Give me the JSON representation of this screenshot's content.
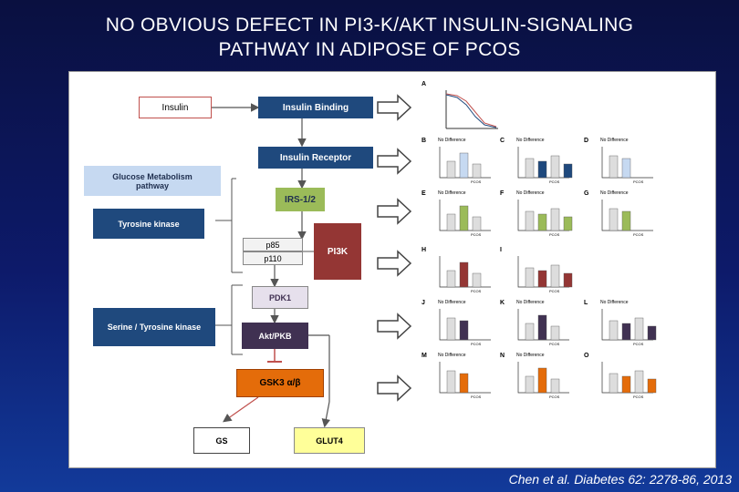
{
  "title": {
    "line1": "NO OBVIOUS DEFECT IN PI3-K/AKT INSULIN-SIGNALING",
    "line2": "PATHWAY IN ADIPOSE OF PCOS"
  },
  "pathway": {
    "insulin": "Insulin",
    "insulin_binding": "Insulin Binding",
    "insulin_receptor": "Insulin Receptor",
    "glucose_metabolism": "Glucose Metabolism pathway",
    "tyrosine_kinase": "Tyrosine kinase",
    "irs": "IRS-1/2",
    "p85": "p85",
    "p110": "p110",
    "pi3k": "PI3K",
    "pdk1": "PDK1",
    "serine_tyrosine_kinase": "Serine / Tyrosine kinase",
    "akt": "Akt/PKB",
    "gsk3": "GSK3 α/β",
    "gs": "GS",
    "glut4": "GLUT4"
  },
  "figure": {
    "panel_letters": [
      "A",
      "B",
      "C",
      "D",
      "E",
      "F",
      "G",
      "H",
      "I",
      "J",
      "K",
      "L",
      "M",
      "N",
      "O"
    ],
    "no_difference": "No Difference",
    "axis_pcos": "PCOS"
  },
  "colors": {
    "insulin_border": "#c0504d",
    "blue_dark": "#1f497d",
    "blue_light": "#c6d9f1",
    "green": "#9bbb59",
    "pi3k": "#943634",
    "purple": "#403152",
    "orange": "#e46c0a",
    "yellow": "#ffff99"
  },
  "citation": "Chen et al. Diabetes 62: 2278-86, 2013"
}
